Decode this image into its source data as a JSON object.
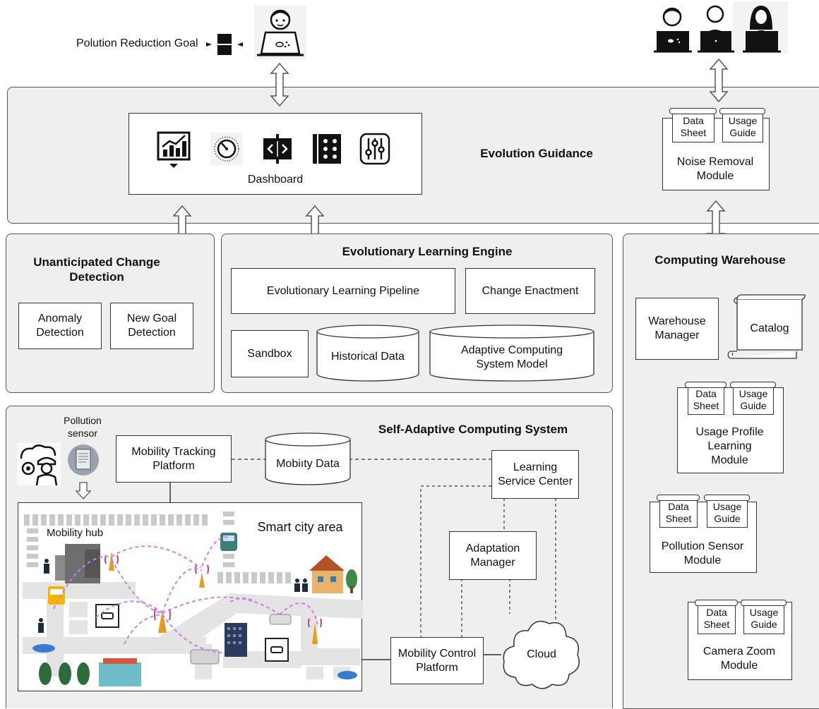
{
  "top": {
    "goal_label": "Polution Reduction Goal"
  },
  "evolution_guidance": {
    "title": "Evolution Guidance",
    "dashboard_label": "Dashboard",
    "dashboard_icons": [
      "chart-growth-icon",
      "gauge-icon",
      "code-icon",
      "dots-grid-icon",
      "sliders-icon"
    ]
  },
  "noise_module": {
    "data_sheet": "Data\nSheet",
    "usage_guide": "Usage\nGuide",
    "name": "Noise Removal\nModule"
  },
  "change_detection": {
    "title": "Unanticipated Change\nDetection",
    "anomaly": "Anomaly\nDetection",
    "new_goal": "New Goal\nDetection"
  },
  "learning_engine": {
    "title": "Evolutionary Learning Engine",
    "pipeline": "Evolutionary Learning Pipeline",
    "change_enactment": "Change Enactment",
    "sandbox": "Sandbox",
    "historical_data": "Historical Data",
    "system_model": "Adaptive Computing\nSystem Model"
  },
  "warehouse": {
    "title": "Computing Warehouse",
    "manager": "Warehouse\nManager",
    "catalog": "Catalog",
    "modules": [
      {
        "data_sheet": "Data\nSheet",
        "usage_guide": "Usage\nGuide",
        "name": "Usage Profile\nLearning\nModule"
      },
      {
        "data_sheet": "Data\nSheet",
        "usage_guide": "Usage\nGuide",
        "name": "Pollution Sensor\nModule"
      },
      {
        "data_sheet": "Data\nSheet",
        "usage_guide": "Usage\nGuide",
        "name": "Camera Zoom\nModule"
      }
    ]
  },
  "sacs": {
    "title": "Self-Adaptive Computing System",
    "pollution_sensor": "Pollution\nsensor",
    "mobility_tracking": "Mobility Tracking\nPlatform",
    "mobility_data": "Mobiıty Data",
    "learning_center": "Learning\nService Center",
    "adaptation_manager": "Adaptation\nManager",
    "mobility_control": "Mobility Control\nPlatform",
    "cloud": "Cloud",
    "smart_city_label": "Smart city area",
    "mobility_hub": "Mobility hub"
  }
}
